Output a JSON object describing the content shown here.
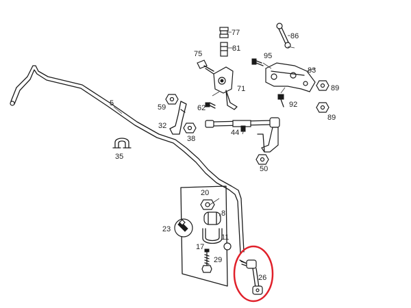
{
  "diagram": {
    "labels": {
      "p5": "5",
      "p8": "8",
      "p11": "11",
      "p17": "17",
      "p20": "20",
      "p23": "23",
      "p26": "26",
      "p29": "29",
      "p32": "32",
      "p35": "35",
      "p38": "38",
      "p44": "44",
      "p50": "50",
      "p59": "59",
      "p62": "62",
      "p71": "71",
      "p75": "75",
      "p77": "77",
      "p81": "81",
      "p83": "83",
      "p86": "86",
      "p89a": "89",
      "p89b": "89",
      "p92": "92",
      "p95": "95"
    },
    "highlight_color": "#e0202a",
    "line_color": "#1a1a1a"
  }
}
